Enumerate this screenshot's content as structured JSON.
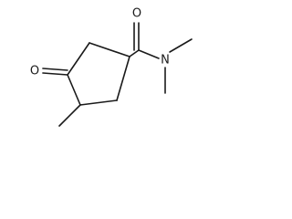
{
  "molecule": {
    "atoms": {
      "o_amide": "O",
      "n_amide": "N",
      "o_ketone": "O"
    }
  },
  "colors": {
    "bond": "#1a1a1a",
    "background": "#ffffff"
  }
}
